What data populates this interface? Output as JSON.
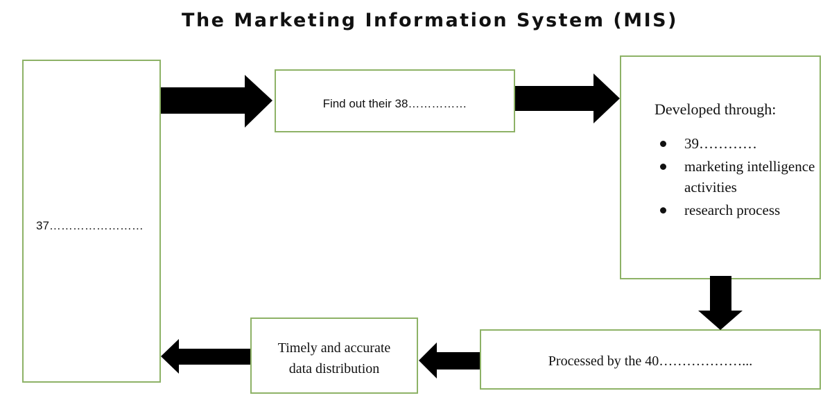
{
  "diagram": {
    "title": "The Marketing Information System (MIS)",
    "nodes": {
      "box37": {
        "label": "37……………………"
      },
      "box38": {
        "label": "Find out their 38……………"
      },
      "box39": {
        "heading": "Developed through:",
        "items": [
          "39…………",
          "marketing intelligence activities",
          "research process"
        ]
      },
      "box40": {
        "label": "Processed by the 40………………..."
      },
      "distribution": {
        "line1": "Timely and accurate",
        "line2": "data distribution"
      }
    },
    "edges": [
      {
        "from": "box37",
        "to": "box38"
      },
      {
        "from": "box38",
        "to": "box39"
      },
      {
        "from": "box39",
        "to": "box40"
      },
      {
        "from": "box40",
        "to": "distribution"
      },
      {
        "from": "distribution",
        "to": "box37"
      }
    ],
    "colors": {
      "border": "#8db266",
      "arrow": "#000000"
    }
  }
}
